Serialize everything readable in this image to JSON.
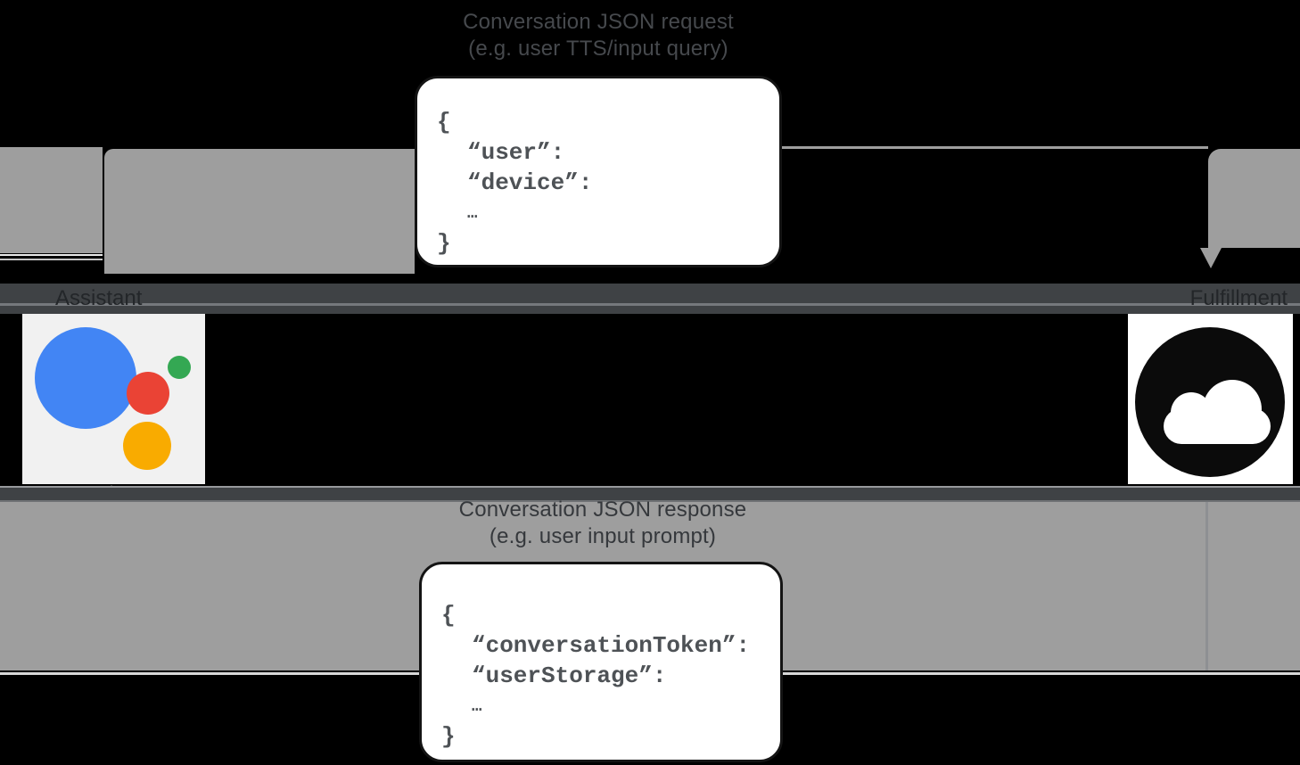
{
  "request": {
    "title": "Conversation JSON request",
    "subtitle": "(e.g. user TTS/input query)",
    "code_lines": [
      "{",
      "“user”:",
      "“device”:",
      "…",
      "}"
    ]
  },
  "response": {
    "title": "Conversation JSON response",
    "subtitle": "(e.g. user input prompt)",
    "code_lines": [
      "{",
      "“conversationToken”:",
      "“userStorage”:",
      "…",
      "}"
    ]
  },
  "actors": {
    "left": {
      "label": "Assistant",
      "icon": "google-assistant-icon"
    },
    "right": {
      "label": "Fulfillment",
      "icon": "cloud-icon"
    }
  },
  "colors": {
    "arrow_gray": "#9e9e9e",
    "band_gray": "#3f4245",
    "assistant_blue": "#4285f4",
    "assistant_red": "#ea4335",
    "assistant_yellow": "#f9ab00",
    "assistant_green": "#34a853",
    "cloud_black": "#0b0b0b"
  }
}
